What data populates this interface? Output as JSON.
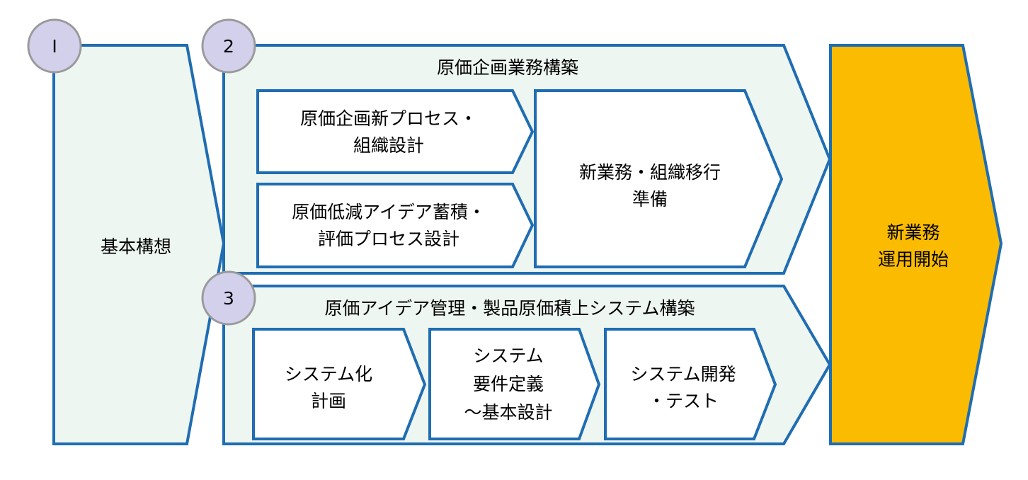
{
  "colors": {
    "border": "#1f6db2",
    "panel_fill": "#eef6f1",
    "box_fill": "#ffffff",
    "final_fill": "#fbbb00",
    "badge_fill": "#d3d0ec",
    "badge_border": "#9a9a9a"
  },
  "badges": {
    "one": "I",
    "two": "2",
    "three": "3"
  },
  "step1": {
    "label": "基本構想"
  },
  "step2": {
    "title": "原価企画業務構築",
    "box_a": {
      "line1": "原価企画新プロセス・",
      "line2": "組織設計"
    },
    "box_b": {
      "line1": "原価低減アイデア蓄積・",
      "line2": "評価プロセス設計"
    },
    "box_c": {
      "line1": "新業務・組織移行",
      "line2": "準備"
    }
  },
  "step3": {
    "title": "原価アイデア管理・製品原価積上システム構築",
    "box_a": {
      "line1": "システム化",
      "line2": "計画"
    },
    "box_b": {
      "line1": "システム",
      "line2": "要件定義",
      "line3": "～基本設計"
    },
    "box_c": {
      "line1": "システム開発",
      "line2": "・テスト"
    }
  },
  "final": {
    "line1": "新業務",
    "line2": "運用開始"
  }
}
